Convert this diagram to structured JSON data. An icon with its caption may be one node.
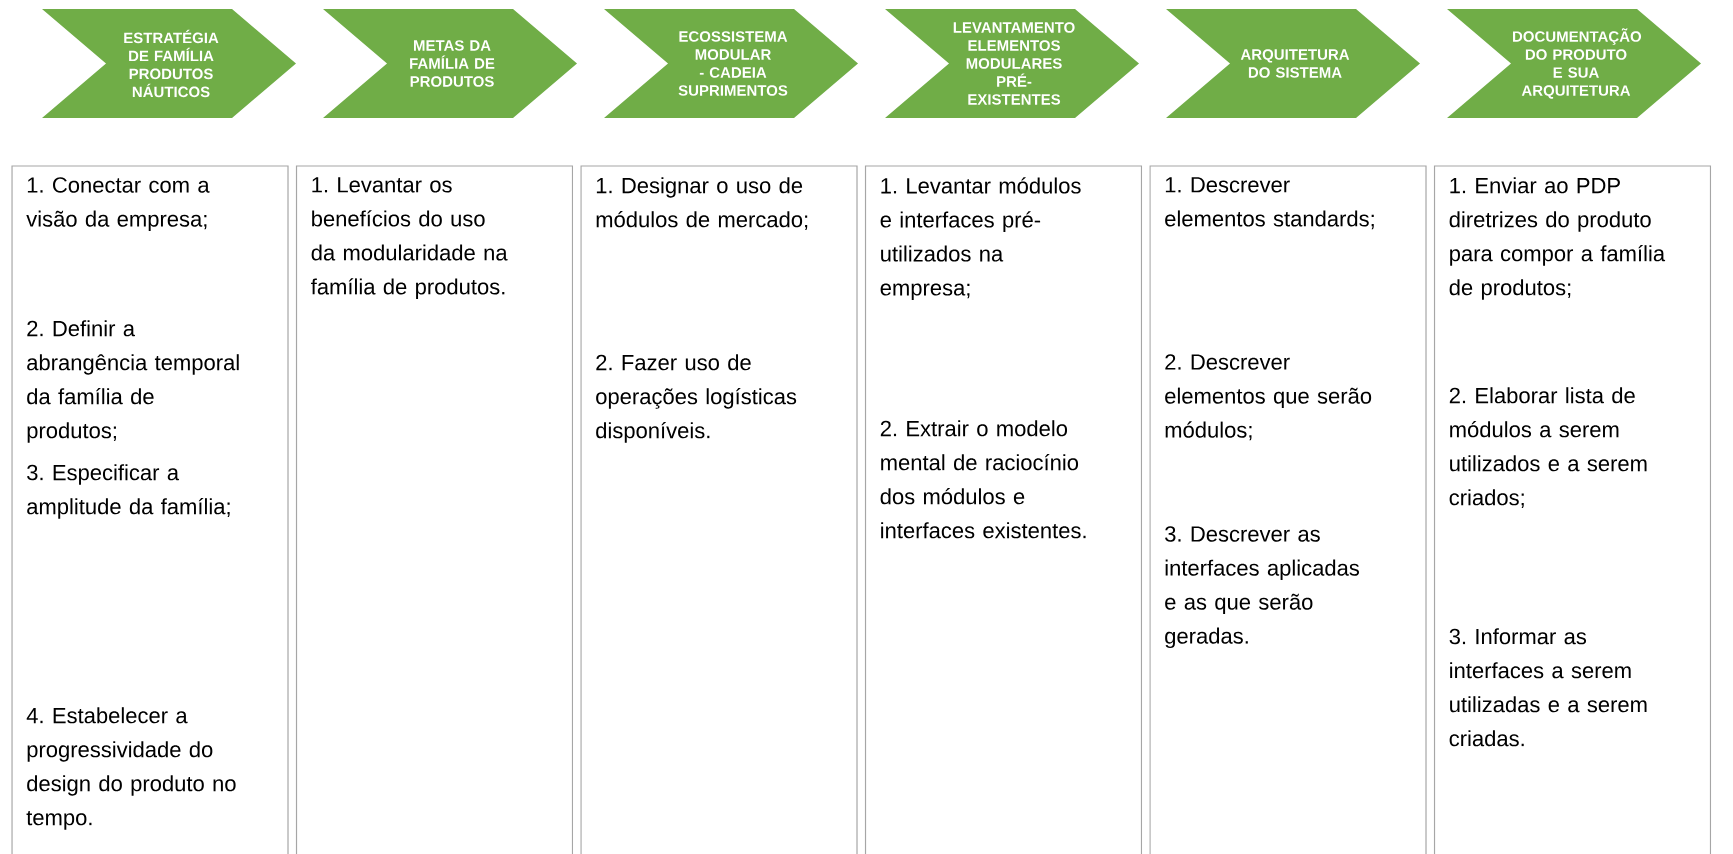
{
  "diagram": {
    "nodes": [
      {
        "text": [
          "ESTRATÉGIA DE FAMÍLIA PRODUTOS NÁUTICOS"
        ]
      },
      {
        "text": [
          "METAS DA FAMÍLIA DE PRODUTOS"
        ]
      },
      {
        "text": [
          "ECOSSISTEMA MODULAR - CADEIA SUPRIMENTOS"
        ]
      },
      {
        "text": [
          "LEVANTAMENTO ELEMENTOS MODULARES PRÉ-EXISTENTES"
        ]
      },
      {
        "text": [
          "ARQUITETURA DO SISTEMA"
        ]
      },
      {
        "text": [
          "DOCUMENTAÇÃO DO PRODUTO E SUA ARQUITETURA"
        ]
      },
      {
        "text": [
          "1. Conectar com a visão da empresa;",
          "2. Definir a abrangência temporal da família de produtos;",
          "3. Especificar a amplitude da família;",
          "4. Estabelecer a progressividade do design do produto no tempo."
        ]
      },
      {
        "text": [
          "1. Levantar os benefícios do uso da modularidade na família de produtos."
        ]
      },
      {
        "text": [
          "1. Designar o uso de módulos de mercado;",
          "2. Fazer uso de operações logísticas disponíveis."
        ]
      },
      {
        "text": [
          "1. Levantar módulos e interfaces pré-utilizados na empresa;",
          "2. Extrair o modelo mental de raciocínio dos módulos e interfaces existentes."
        ]
      },
      {
        "text": [
          "1. Descrever elementos standards;",
          "2. Descrever elementos que serão módulos;",
          "3. Descrever as interfaces aplicadas e as que serão geradas."
        ]
      },
      {
        "text": [
          "1. Enviar ao PDP diretrizes do produto para compor a família de produtos;",
          "2. Elaborar lista de módulos a serem utilizados e a serem criados;",
          "3. Informar as interfaces a serem utilizadas e a serem criadas."
        ]
      }
    ]
  }
}
